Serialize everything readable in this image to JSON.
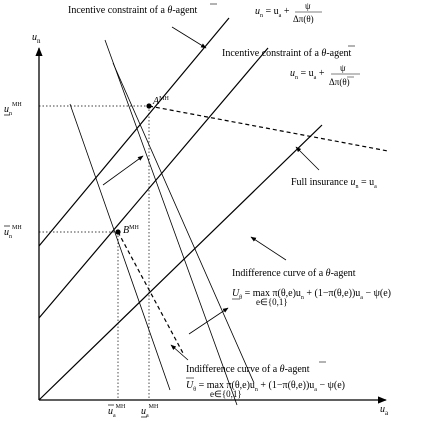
{
  "axes": {
    "y_label": "u",
    "y_sub": "n",
    "x_label": "u",
    "x_sub": "a"
  },
  "points": {
    "A": {
      "label": "A",
      "sup": "MH"
    },
    "B": {
      "label": "B",
      "sup": "MH"
    }
  },
  "y_ticks": [
    {
      "base": "u",
      "sub": "n",
      "sup": "MH",
      "bar": "underline"
    },
    {
      "base": "u",
      "sub": "n",
      "sup": "MH",
      "bar": "overline"
    }
  ],
  "x_ticks": [
    {
      "base": "u",
      "sub": "a",
      "sup": "MH",
      "bar": "overline"
    },
    {
      "base": "u",
      "sub": "a",
      "sup": "MH",
      "bar": "underline"
    }
  ],
  "annotations": {
    "ic_low_text": "Incentive constraint of a",
    "ic_low_type": "θ",
    "ic_low_suffix": "-agent",
    "ic_low_formula_lhs": "u",
    "ic_low_formula_eq": "= u",
    "ic_low_formula_plus": "+",
    "ic_low_formula_num": "ψ",
    "ic_low_formula_den": "Δπ(θ)",
    "ic_high_text": "Incentive constraint of a",
    "ic_high_type": "θ",
    "ic_high_suffix": "-agent",
    "ic_high_formula_lhs": "u",
    "ic_high_formula_eq": "= u",
    "ic_high_formula_plus": "+",
    "ic_high_formula_num": "ψ",
    "ic_high_formula_den": "Δπ(θ)",
    "full_insurance_text": "Full insurance",
    "full_insurance_formula": "u",
    "full_insurance_eq": "= u",
    "indiff_low_text": "Indifference curve of a",
    "indiff_low_type": "θ",
    "indiff_low_suffix": "-agent",
    "indiff_low_formula": "U",
    "indiff_low_rhs": "= max π(θ,e)u",
    "indiff_low_rhs2": "+ (1−π(θ,e))u",
    "indiff_low_rhs3": "− ψ(e)",
    "indiff_low_sub": "e∈{0,1}",
    "indiff_high_text": "Indifference curve of a",
    "indiff_high_type": "θ",
    "indiff_high_suffix": "-agent",
    "indiff_high_formula": "U",
    "indiff_high_rhs": "= max π(θ,e)u",
    "indiff_high_rhs2": "+ (1−π(θ,e))u",
    "indiff_high_rhs3": "− ψ(e)",
    "indiff_high_sub": "e∈{0,1}"
  }
}
